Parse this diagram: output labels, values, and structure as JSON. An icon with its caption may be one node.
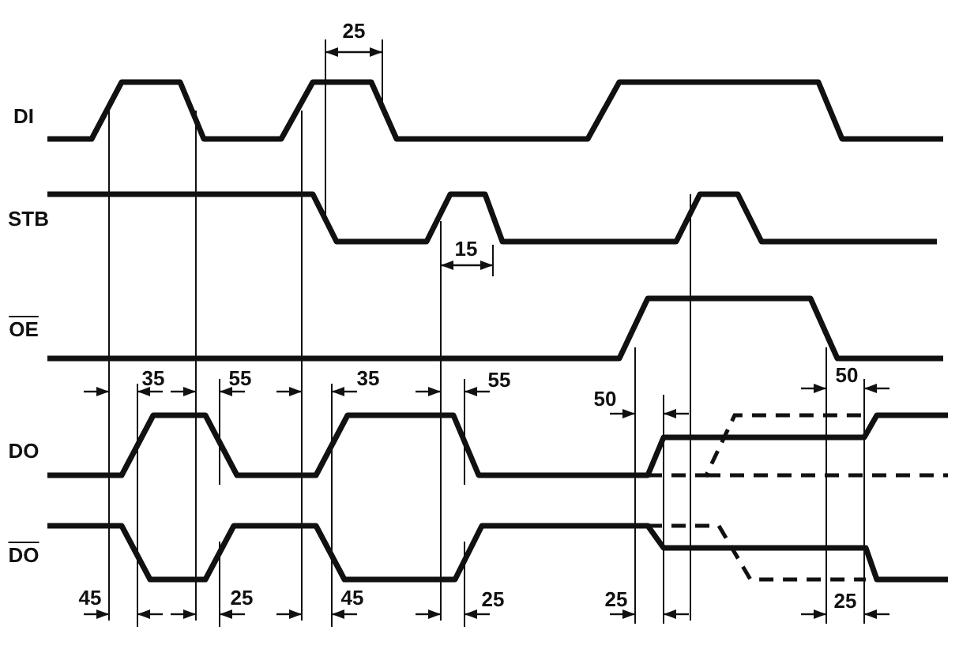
{
  "diagram": {
    "labels": [
      "25",
      "DI",
      "STB",
      "15",
      "OE",
      "35",
      "55",
      "35",
      "55",
      "50",
      "50",
      "DO",
      "DO",
      "45",
      "25",
      "45",
      "25",
      "25",
      "25"
    ]
  }
}
